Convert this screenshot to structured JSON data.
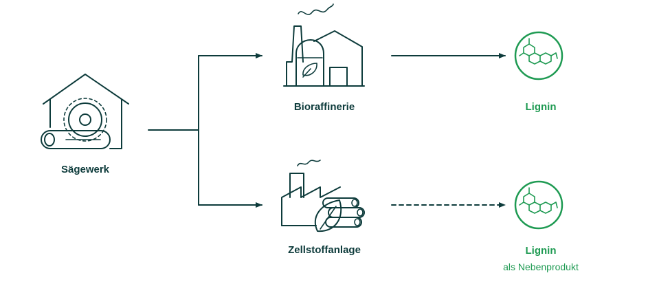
{
  "labels": {
    "sawmill": "Sägewerk",
    "biorefinery": "Bioraffinerie",
    "pulp_mill": "Zellstoffanlage",
    "lignin_top": "Lignin",
    "lignin_bottom": "Lignin",
    "byproduct_note": "als Nebenprodukt"
  },
  "colors": {
    "primary": "#0d3b3b",
    "accent": "#1e9a52"
  },
  "connectors": [
    {
      "from": "sawmill",
      "to": "biorefinery",
      "style": "solid"
    },
    {
      "from": "sawmill",
      "to": "pulp_mill",
      "style": "solid"
    },
    {
      "from": "biorefinery",
      "to": "lignin_top",
      "style": "solid"
    },
    {
      "from": "pulp_mill",
      "to": "lignin_bottom",
      "style": "dashed"
    }
  ],
  "icons": [
    "sawmill-icon",
    "biorefinery-icon",
    "pulp-mill-icon",
    "lignin-molecule-icon"
  ]
}
